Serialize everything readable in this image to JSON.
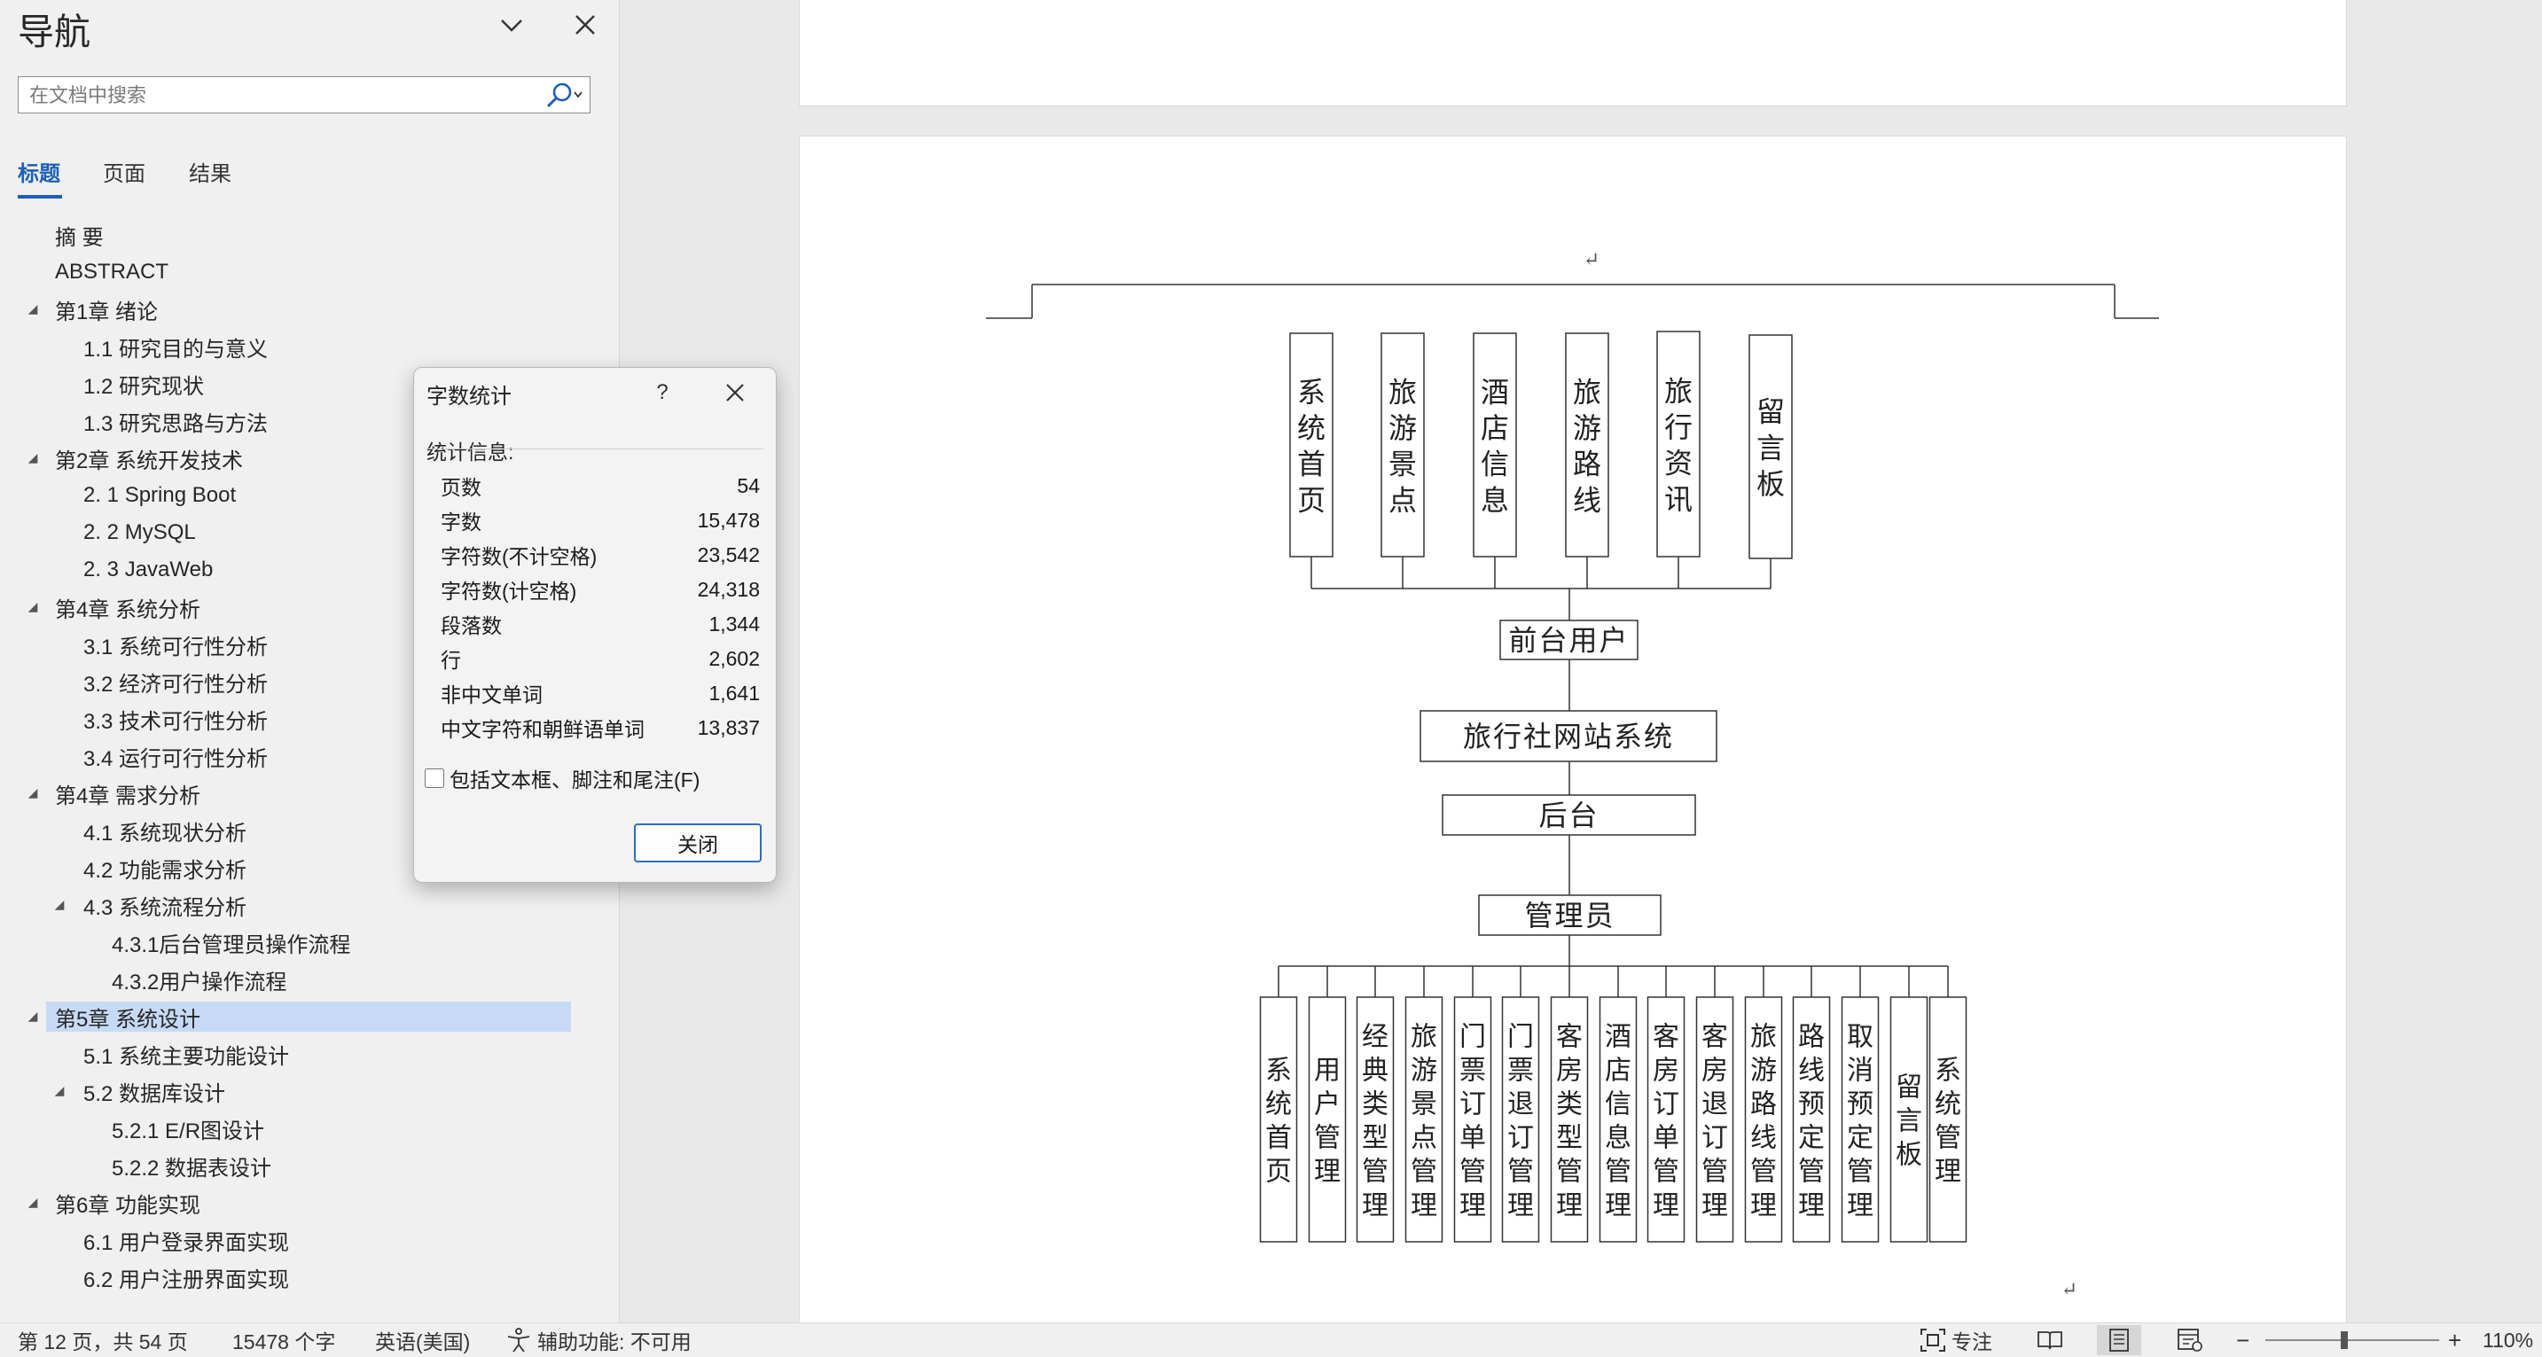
{
  "nav": {
    "title": "导航",
    "search_placeholder": "在文档中搜索",
    "tabs": [
      "标题",
      "页面",
      "结果"
    ],
    "active_tab": "标题",
    "headings": [
      {
        "label": "摘  要",
        "level": 1
      },
      {
        "label": "ABSTRACT",
        "level": 1
      },
      {
        "label": "第1章 绪论",
        "level": 1,
        "expander": true
      },
      {
        "label": "1.1 研究目的与意义",
        "level": 2
      },
      {
        "label": "1.2 研究现状",
        "level": 2
      },
      {
        "label": "1.3 研究思路与方法",
        "level": 2
      },
      {
        "label": "第2章 系统开发技术",
        "level": 1,
        "expander": true
      },
      {
        "label": "2. 1 Spring Boot",
        "level": 2
      },
      {
        "label": "2. 2 MySQL",
        "level": 2
      },
      {
        "label": "2. 3 JavaWeb",
        "level": 2
      },
      {
        "label": "第4章 系统分析",
        "level": 1,
        "expander": true
      },
      {
        "label": "3.1 系统可行性分析",
        "level": 2
      },
      {
        "label": "3.2 经济可行性分析",
        "level": 2
      },
      {
        "label": "3.3 技术可行性分析",
        "level": 2
      },
      {
        "label": "3.4 运行可行性分析",
        "level": 2
      },
      {
        "label": "第4章 需求分析",
        "level": 1,
        "expander": true
      },
      {
        "label": "4.1 系统现状分析",
        "level": 2
      },
      {
        "label": "4.2 功能需求分析",
        "level": 2
      },
      {
        "label": "4.3 系统流程分析",
        "level": 2,
        "expander": true
      },
      {
        "label": "4.3.1后台管理员操作流程",
        "level": 3
      },
      {
        "label": "4.3.2用户操作流程",
        "level": 3
      },
      {
        "label": "第5章 系统设计",
        "level": 1,
        "expander": true,
        "selected": true
      },
      {
        "label": "5.1 系统主要功能设计",
        "level": 2
      },
      {
        "label": "5.2 数据库设计",
        "level": 2,
        "expander": true
      },
      {
        "label": "5.2.1 E/R图设计",
        "level": 3
      },
      {
        "label": "5.2.2 数据表设计",
        "level": 3
      },
      {
        "label": "第6章 功能实现",
        "level": 1,
        "expander": true
      },
      {
        "label": "6.1 用户登录界面实现",
        "level": 2
      },
      {
        "label": "6.2 用户注册界面实现",
        "level": 2
      }
    ]
  },
  "dialog": {
    "title": "字数统计",
    "help": "?",
    "section": "统计信息:",
    "stats": [
      {
        "label": "页数",
        "value": "54"
      },
      {
        "label": "字数",
        "value": "15,478"
      },
      {
        "label": "字符数(不计空格)",
        "value": "23,542"
      },
      {
        "label": "字符数(计空格)",
        "value": "24,318"
      },
      {
        "label": "段落数",
        "value": "1,344"
      },
      {
        "label": "行",
        "value": "2,602"
      },
      {
        "label": "非中文单词",
        "value": "1,641"
      },
      {
        "label": "中文字符和朝鲜语单词",
        "value": "13,837"
      }
    ],
    "checkbox_label": "包括文本框、脚注和尾注(F)",
    "checkbox_checked": false,
    "close_label": "关闭"
  },
  "diagram": {
    "para_mark": "↵",
    "front_modules": [
      "系统首页",
      "旅游景点",
      "酒店信息",
      "旅游路线",
      "旅行资讯",
      "留言板"
    ],
    "front_user": "前台用户",
    "system": "旅行社网站系统",
    "backend": "后台",
    "admin": "管理员",
    "admin_modules": [
      "系统首页",
      "用户管理",
      "经典类型管理",
      "旅游景点管理",
      "门票订单管理",
      "门票退订管理",
      "客房类型管理",
      "酒店信息管理",
      "客房订单管理",
      "客房退订管理",
      "旅游路线管理",
      "路线预定管理",
      "取消预定管理",
      "留言板",
      "系统管理"
    ]
  },
  "status": {
    "page_info": "第 12 页，共 54 页",
    "word_count": "15478 个字",
    "language": "英语(美国)",
    "accessibility": "辅助功能: 不可用",
    "focus": "专注",
    "zoom_out": "−",
    "zoom_in": "+",
    "zoom": "110%",
    "zoom_level_percent": 110
  }
}
